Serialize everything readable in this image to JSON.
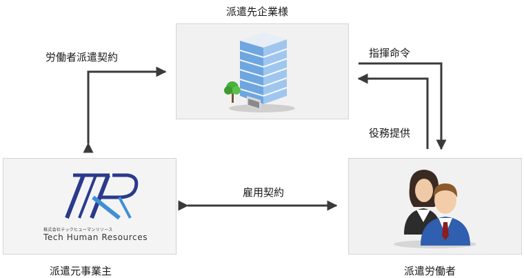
{
  "nodes": {
    "client": {
      "label": "派遣先企業様"
    },
    "agency": {
      "label": "派遣元事業主",
      "logo": {
        "mark_letters": "TKR",
        "small_text": "株式会社テックヒューマンリソース",
        "name_text": "Tech Human Resources"
      }
    },
    "worker": {
      "label": "派遣労働者"
    }
  },
  "edges": {
    "dispatch_contract": "労働者派遣契約",
    "command": "指揮命令",
    "service": "役務提供",
    "employment": "雇用契約"
  },
  "colors": {
    "arrow": "#3a3a3a",
    "logo_navy": "#2a3a8c",
    "logo_blue": "#3f8fd6"
  },
  "icons": {
    "client": "office-building-icon",
    "worker": "business-people-icon"
  }
}
